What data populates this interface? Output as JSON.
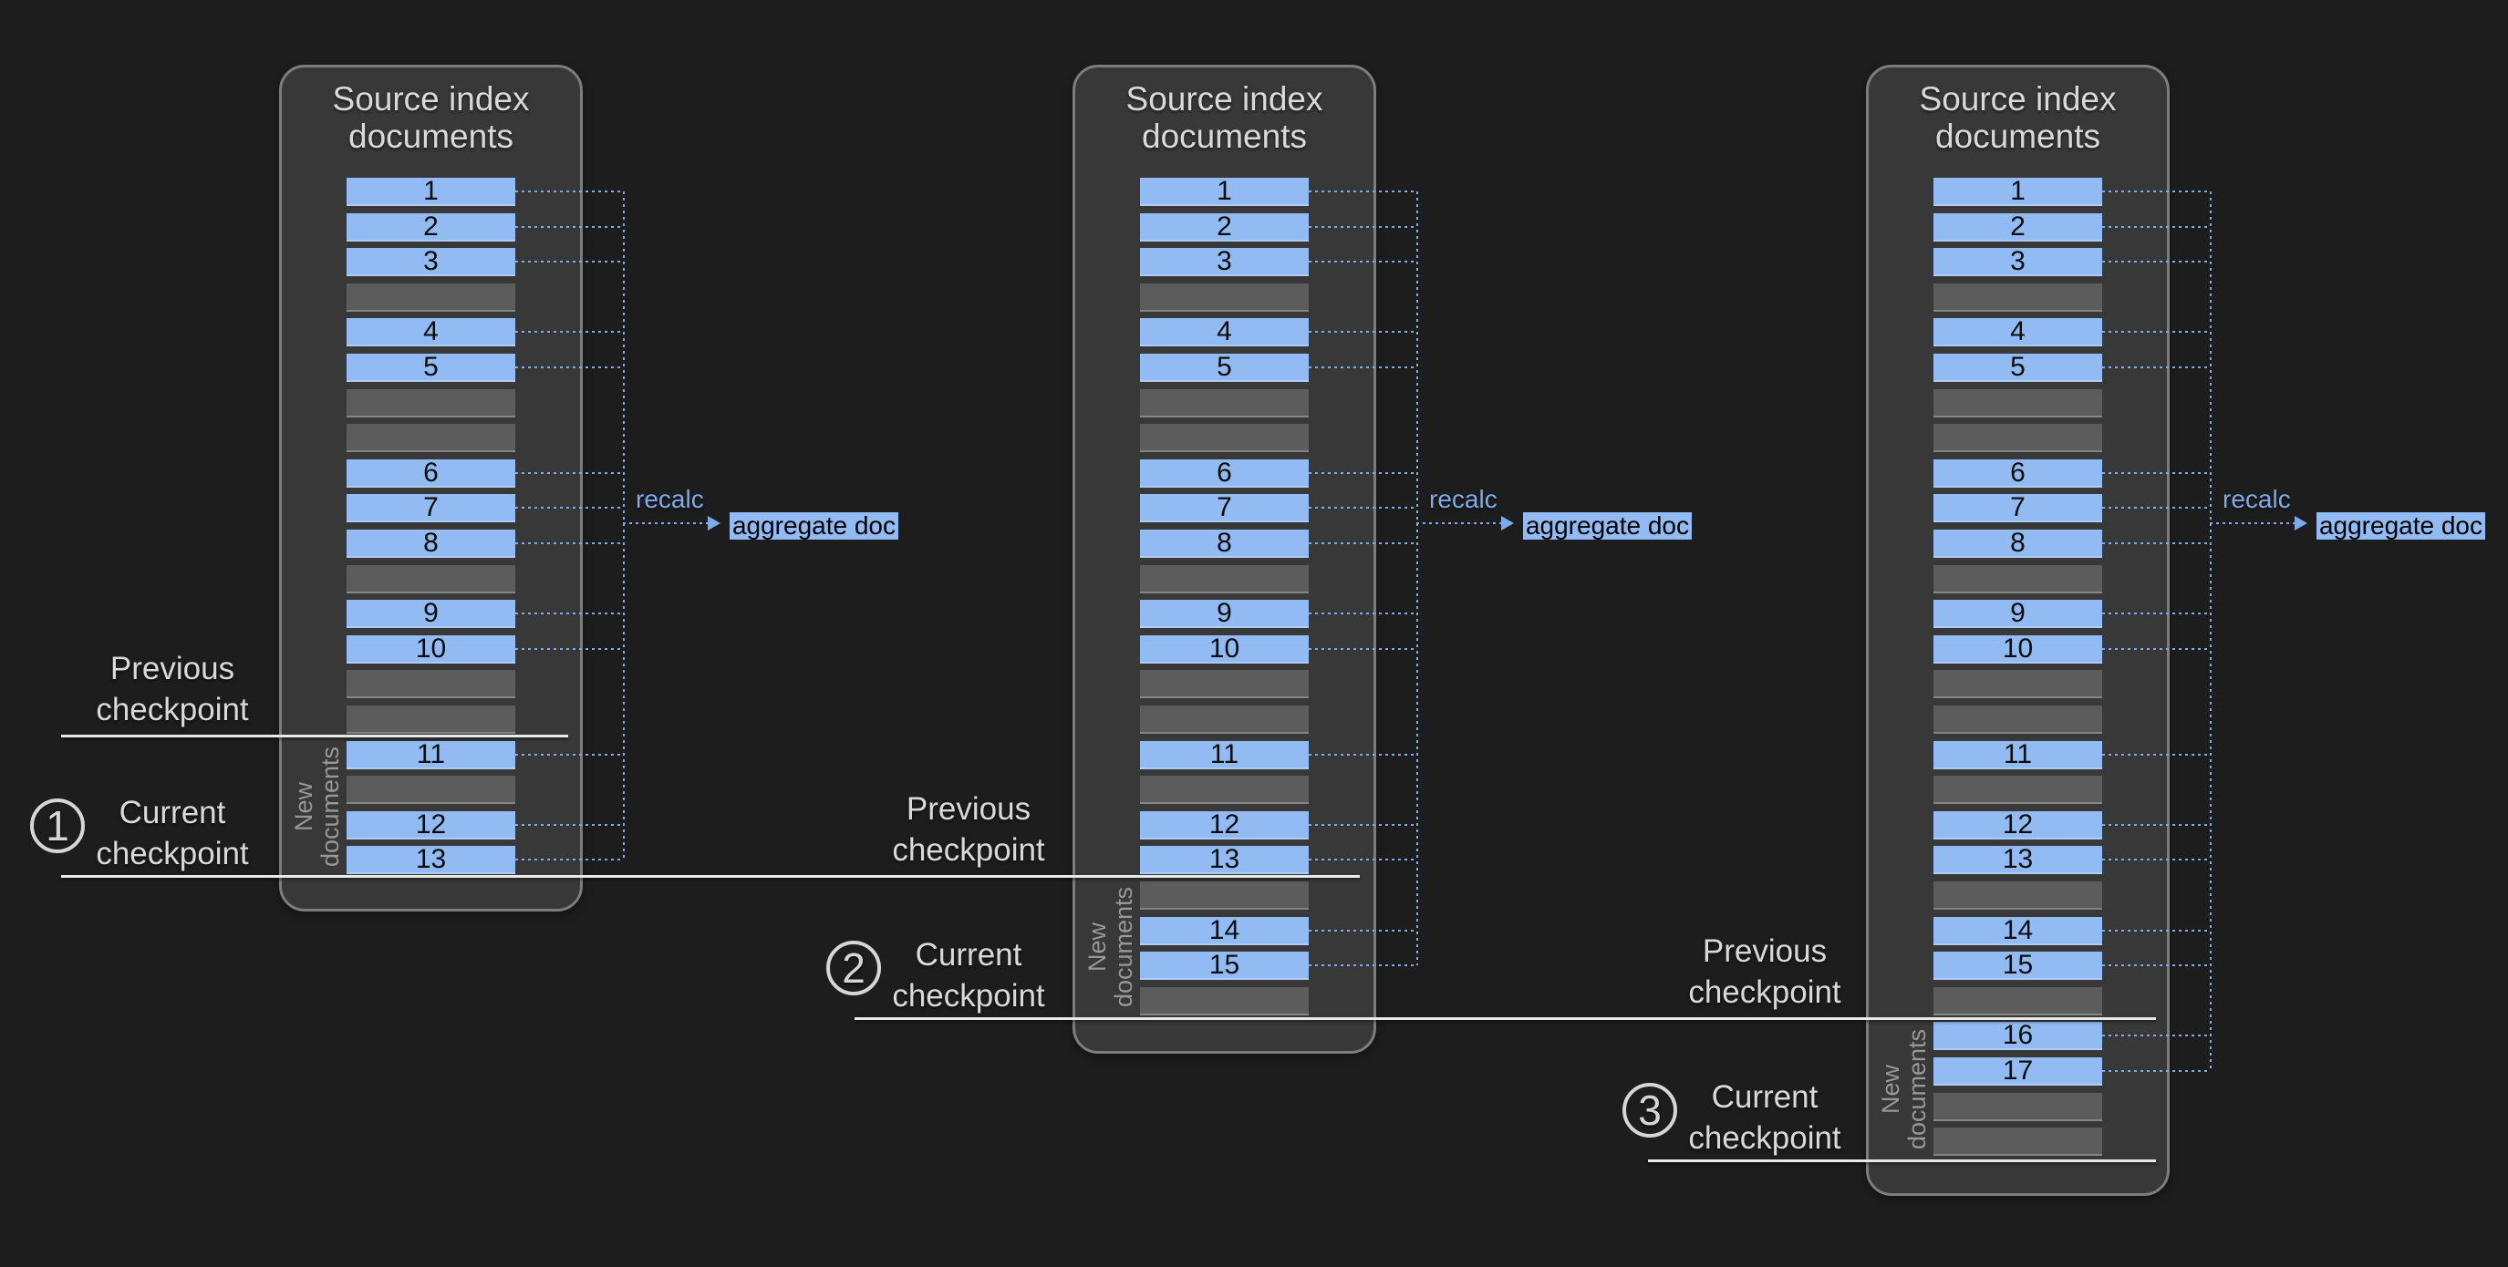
{
  "panels": [
    {
      "title": [
        "Source index",
        "documents"
      ],
      "rows": [
        "1",
        "2",
        "3",
        "",
        "4",
        "5",
        "",
        "",
        "6",
        "7",
        "8",
        "",
        "9",
        "10",
        "",
        "",
        "11",
        "",
        "12",
        "13"
      ],
      "side_label": [
        "New",
        "documents"
      ],
      "recalc_label": "recalc",
      "aggregate_label": "aggregate doc"
    },
    {
      "title": [
        "Source index",
        "documents"
      ],
      "rows": [
        "1",
        "2",
        "3",
        "",
        "4",
        "5",
        "",
        "",
        "6",
        "7",
        "8",
        "",
        "9",
        "10",
        "",
        "",
        "11",
        "",
        "12",
        "13",
        "",
        "14",
        "15",
        ""
      ],
      "side_label": [
        "New",
        "documents"
      ],
      "recalc_label": "recalc",
      "aggregate_label": "aggregate doc"
    },
    {
      "title": [
        "Source index",
        "documents"
      ],
      "rows": [
        "1",
        "2",
        "3",
        "",
        "4",
        "5",
        "",
        "",
        "6",
        "7",
        "8",
        "",
        "9",
        "10",
        "",
        "",
        "11",
        "",
        "12",
        "13",
        "",
        "14",
        "15",
        "",
        "16",
        "17",
        "",
        ""
      ],
      "side_label": [
        "New",
        "documents"
      ],
      "recalc_label": "recalc",
      "aggregate_label": "aggregate doc"
    }
  ],
  "checkpoints": [
    {
      "index": "1",
      "previous_label": [
        "Previous",
        "checkpoint"
      ],
      "current_label": [
        "Current",
        "checkpoint"
      ]
    },
    {
      "index": "2",
      "previous_label": [
        "Previous",
        "checkpoint"
      ],
      "current_label": [
        "Current",
        "checkpoint"
      ]
    },
    {
      "index": "3",
      "previous_label": [
        "Previous",
        "checkpoint"
      ],
      "current_label": [
        "Current",
        "checkpoint"
      ]
    }
  ],
  "colors": {
    "background": "#1d1d1d",
    "panel_fill": "#383838",
    "panel_border": "#7d7d7d",
    "document_blue": "#93bbf3",
    "empty_gray": "#5c5c5c",
    "connector_blue": "#7fa9e8",
    "checkpoint_line": "#e9e9e9",
    "label_text": "#d9d9d9",
    "new_documents_text": "#989898"
  }
}
